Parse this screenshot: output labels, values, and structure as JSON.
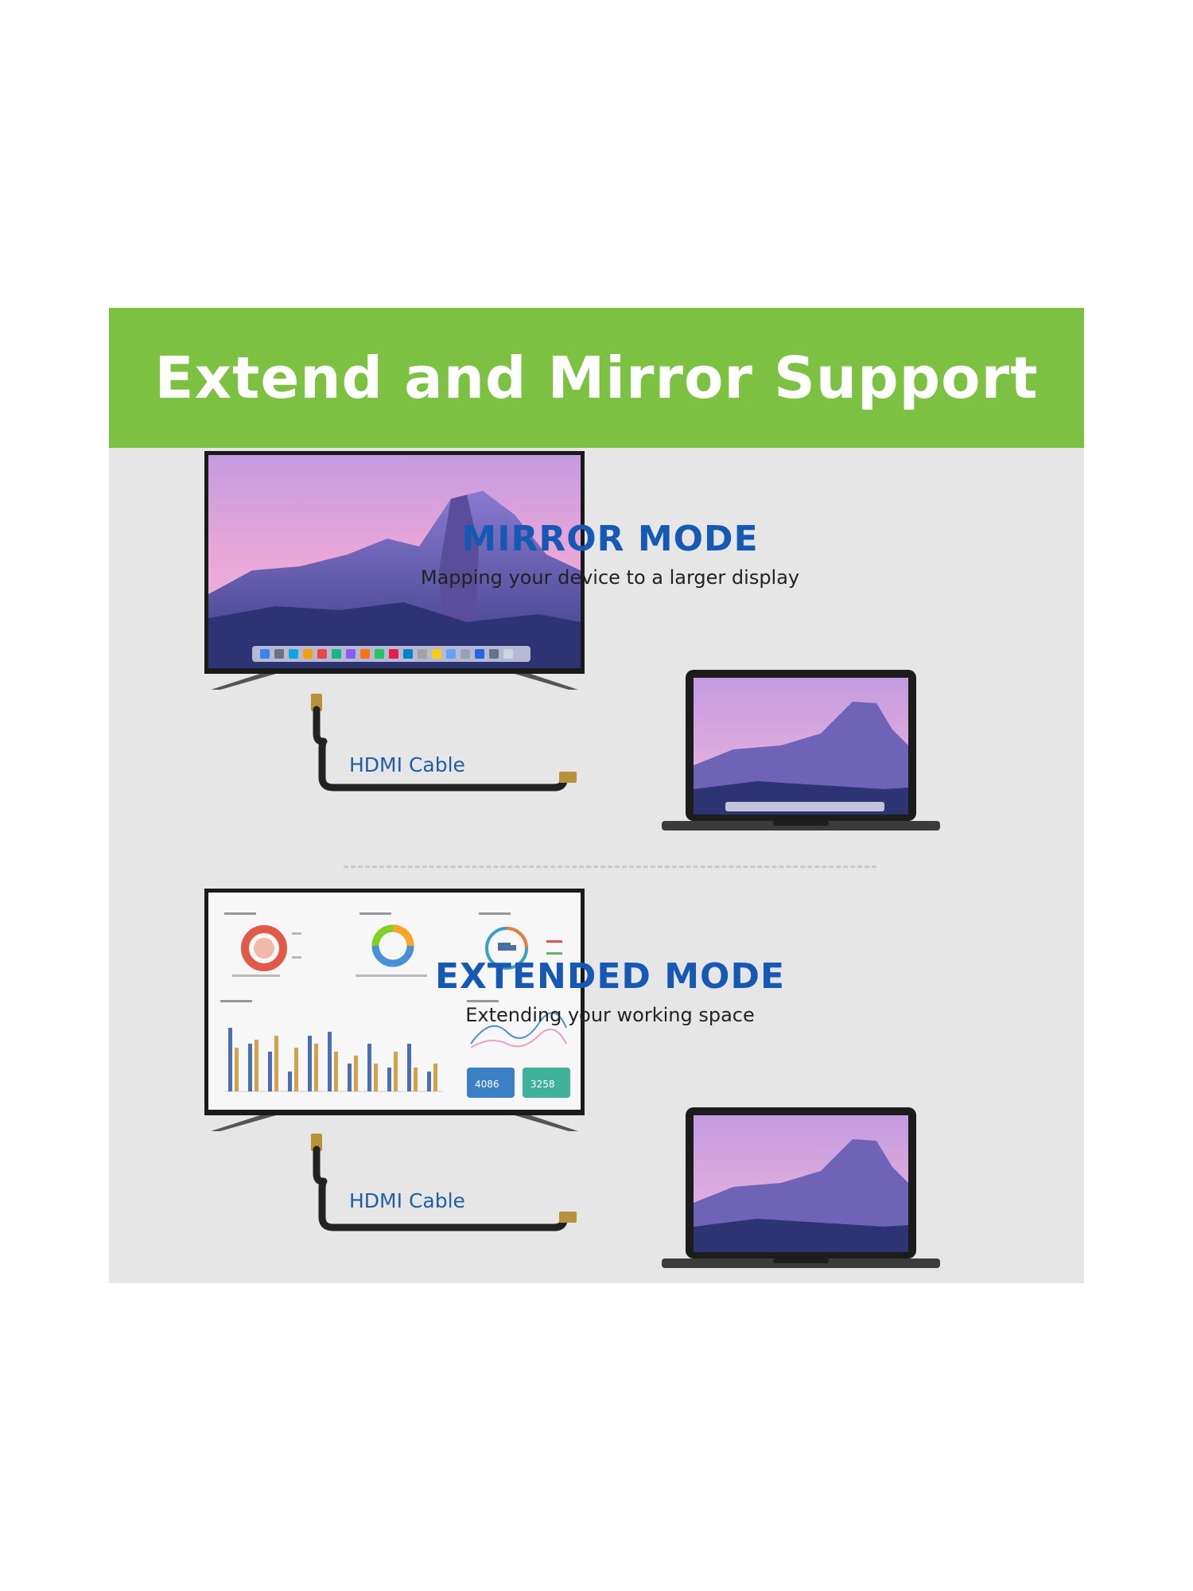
{
  "banner": {
    "title": "Extend and Mirror Support"
  },
  "mirror": {
    "title": "MIRROR MODE",
    "subtitle": "Mapping your device to a larger display",
    "cable_label": "HDMI Cable"
  },
  "extended": {
    "title": "EXTENDED MODE",
    "subtitle": "Extending your working space",
    "cable_label": "HDMI Cable",
    "stat_left": "4086",
    "stat_right": "3258"
  },
  "colors": {
    "banner": "#7dc142",
    "panel": "#e6e6e6",
    "mode_title": "#1559b4",
    "cable_label": "#1f5fa8"
  }
}
